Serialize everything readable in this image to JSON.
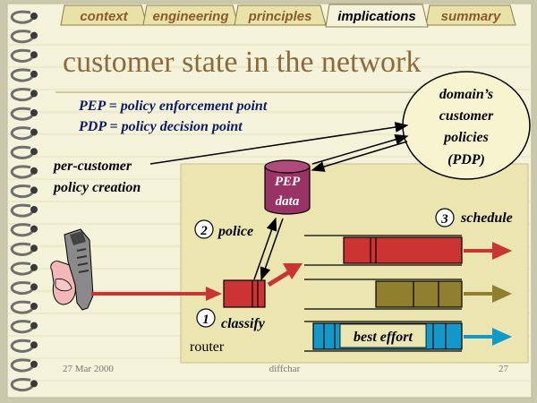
{
  "tabs": [
    {
      "label": "context",
      "active": false
    },
    {
      "label": "engineering",
      "active": false
    },
    {
      "label": "principles",
      "active": false
    },
    {
      "label": "implications",
      "active": true
    },
    {
      "label": "summary",
      "active": false
    }
  ],
  "title": "customer state in the network",
  "definitions": {
    "pep": "PEP = policy enforcement point",
    "pdp": "PDP = policy decision point"
  },
  "policy_bubble": {
    "line1": "domain’s",
    "line2": "customer",
    "line3": "policies",
    "line4": "(PDP)"
  },
  "per_customer": {
    "line1": "per-customer",
    "line2": "policy creation"
  },
  "pep_data": {
    "line1": "PEP",
    "line2": "data"
  },
  "steps": [
    {
      "number": "1",
      "label": "classify"
    },
    {
      "number": "2",
      "label": "police"
    },
    {
      "number": "3",
      "label": "schedule"
    }
  ],
  "router_label": "router",
  "best_effort_label": "best effort",
  "footer": {
    "date": "27 Mar 2000",
    "center": "diffchar",
    "page": "27"
  },
  "colors": {
    "page": "#f4f2d8",
    "title": "#8b6b3d",
    "router_box": "#ebe5b0",
    "red_queue": "#cc3333",
    "olive_queue": "#8f7f2f",
    "blue_queue": "#1199cc",
    "pep_db": "#993366",
    "text_blue": "#0a1a6a"
  },
  "icons": [
    "spiral-binding-icon",
    "phone-hand-icon",
    "database-cylinder-icon"
  ]
}
